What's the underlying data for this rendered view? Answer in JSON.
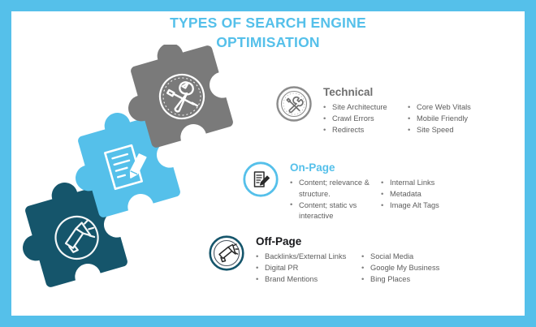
{
  "palette": {
    "frame_blue": "#55c0ea",
    "accent_blue": "#55c0ea",
    "gray_piece": "#7a7a7a",
    "teal_piece": "#15556b",
    "body_text": "#5d5d5d",
    "title_blue": "#55c0ea"
  },
  "title": {
    "line1": "TYPES OF SEARCH ENGINE",
    "line2": "OPTIMISATION"
  },
  "puzzle": {
    "pieces": [
      {
        "id": "technical-piece",
        "color": "#7a7a7a",
        "icon": "tools-icon"
      },
      {
        "id": "onpage-piece",
        "color": "#55c0ea",
        "icon": "document-pencil-icon"
      },
      {
        "id": "offpage-piece",
        "color": "#15556b",
        "icon": "megaphone-icon"
      }
    ]
  },
  "sections": [
    {
      "id": "technical",
      "heading": "Technical",
      "heading_color": "#6f6f6f",
      "icon": "tools-badge-icon",
      "icon_ring_color": "#8c8c8c",
      "column_a": [
        "Site Architecture",
        "Crawl Errors",
        "Redirects"
      ],
      "column_b": [
        "Core Web Vitals",
        "Mobile Friendly",
        "Site Speed"
      ]
    },
    {
      "id": "onpage",
      "heading": "On-Page",
      "heading_color": "#55c0ea",
      "icon": "document-pencil-badge-icon",
      "icon_ring_color": "#55c0ea",
      "column_a": [
        "Content; relevance & structure.",
        "Content; static vs interactive"
      ],
      "column_b": [
        "Internal Links",
        "Metadata",
        "Image Alt Tags"
      ]
    },
    {
      "id": "offpage",
      "heading": "Off-Page",
      "heading_color": "#16171a",
      "icon": "megaphone-badge-icon",
      "icon_ring_color": "#15556b",
      "column_a": [
        "Backlinks/External Links",
        "Digital PR",
        "Brand Mentions"
      ],
      "column_b": [
        "Social Media",
        "Google My Business",
        "Bing Places"
      ]
    }
  ]
}
